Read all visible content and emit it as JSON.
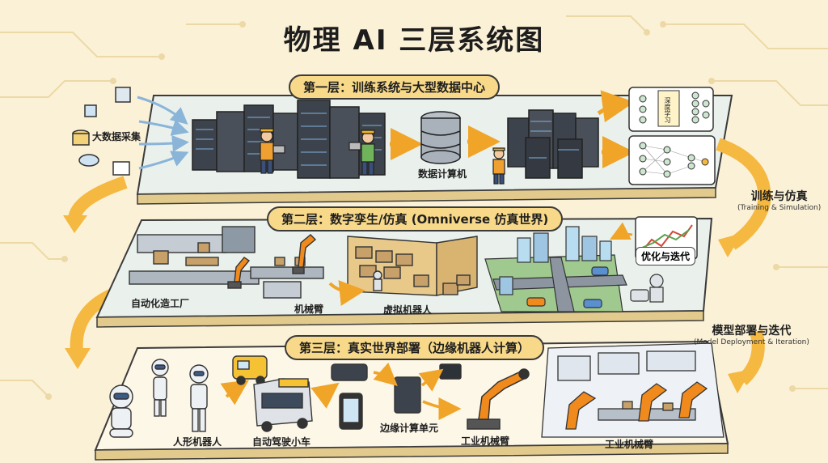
{
  "title": "物理 AI 三层系统图",
  "layer1": {
    "heading": "第一层：训练系统与大型数据中心",
    "big_data": "大数据采集",
    "compute": "数据计算机",
    "nn_box": "深度学习"
  },
  "layer2": {
    "heading": "第二层：数字孪生/仿真 (Omniverse 仿真世界)",
    "factory": "自动化造工厂",
    "arm": "机械臂",
    "virtual_robot": "虚拟机器人",
    "optimize": "优化与迭代"
  },
  "layer3": {
    "heading": "第三层：真实世界部署（边缘机器人计算）",
    "humanoid": "人形机器人",
    "vehicle": "自动驾驶小车",
    "edge": "边缘计算单元",
    "industrial_arm_1": "工业机械臂",
    "industrial_arm_2": "工业机械臂"
  },
  "flows": {
    "train_sim": "训练与仿真",
    "train_sim_en": "(Training & Simulation)",
    "deploy": "模型部署与迭代",
    "deploy_en": "(Model Deployment & Iteration)"
  },
  "colors": {
    "accent": "#f5b840",
    "panel": "#eaf1ec",
    "pill": "#f8d98a",
    "robot_orange": "#f08a1c"
  }
}
